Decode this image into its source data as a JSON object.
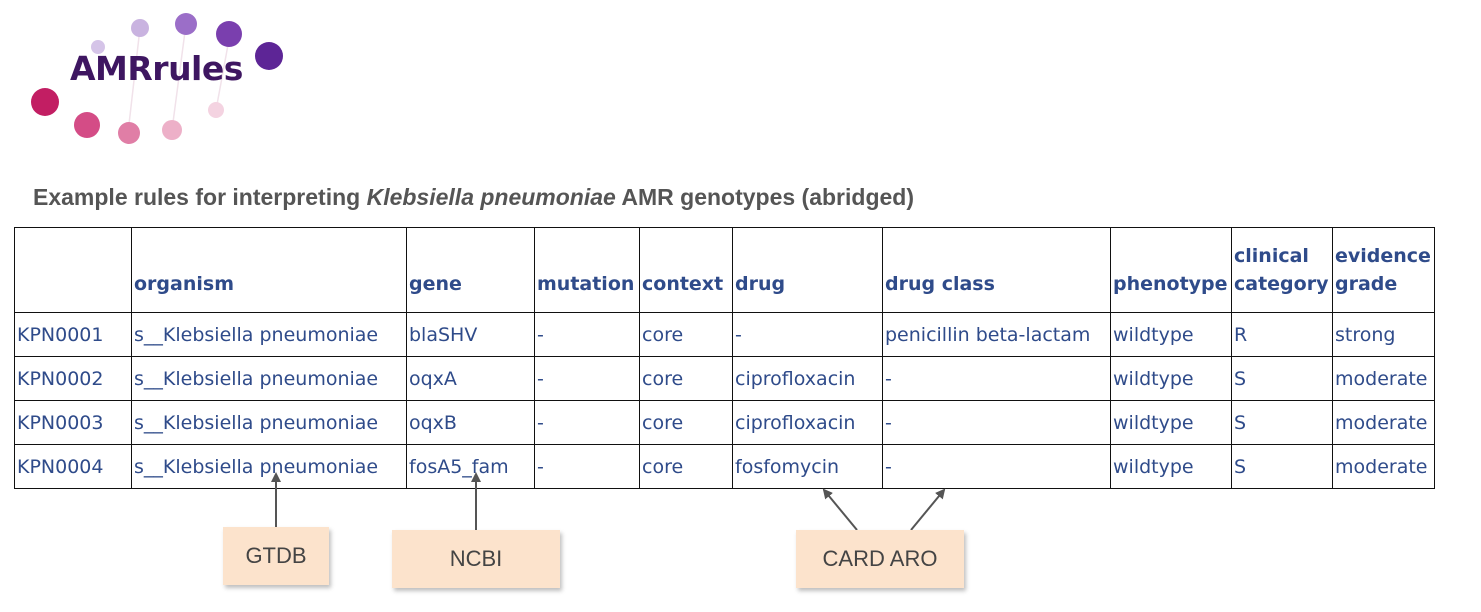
{
  "logo": {
    "text": "AMRrules"
  },
  "title": {
    "prefix": "Example rules for interpreting ",
    "italic": "Klebsiella pneumoniae",
    "suffix": " AMR genotypes (abridged)"
  },
  "table": {
    "headers": [
      "",
      "organism",
      "gene",
      "mutation",
      "context",
      "drug",
      "drug class",
      "phenotype",
      "clinical category",
      "evidence grade"
    ],
    "rows": [
      [
        "KPN0001",
        "s__Klebsiella pneumoniae",
        "blaSHV",
        "-",
        "core",
        "-",
        "penicillin beta-lactam",
        "wildtype",
        "R",
        "strong"
      ],
      [
        "KPN0002",
        "s__Klebsiella pneumoniae",
        "oqxA",
        "-",
        "core",
        "ciprofloxacin",
        "-",
        "wildtype",
        "S",
        "moderate"
      ],
      [
        "KPN0003",
        "s__Klebsiella pneumoniae",
        "oqxB",
        "-",
        "core",
        "ciprofloxacin",
        "-",
        "wildtype",
        "S",
        "moderate"
      ],
      [
        "KPN0004",
        "s__Klebsiella pneumoniae",
        "fosA5_fam",
        "-",
        "core",
        "fosfomycin",
        "-",
        "wildtype",
        "S",
        "moderate"
      ]
    ]
  },
  "callouts": {
    "gtdb": "GTDB",
    "ncbi": "NCBI",
    "card": "CARD ARO"
  },
  "colors": {
    "header_text": "#2f4b8a",
    "callout_fill": "#fce3cc",
    "logo_text": "#3e1661"
  }
}
